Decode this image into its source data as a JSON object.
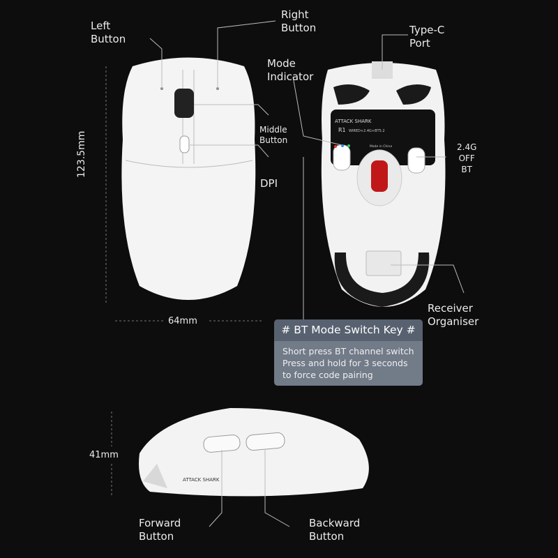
{
  "labels": {
    "left_button": "Left\nButton",
    "right_button": "Right\nButton",
    "type_c_port": "Type-C\nPort",
    "mode_indicator": "Mode\nIndicator",
    "middle_button": "Middle\nButton",
    "dpi": "DPI",
    "mode_switch": "2.4G\nOFF\nBT",
    "receiver_organiser": "Receiver\nOrganiser",
    "forward_button": "Forward\nButton",
    "backward_button": "Backward\nButton"
  },
  "dimensions": {
    "length": "123.5mm",
    "width": "64mm",
    "height": "41mm"
  },
  "bt_box": {
    "title": "# BT Mode Switch Key #",
    "lines": [
      "Short press BT channel switch",
      "Press and hold for 3 seconds",
      "to force code pairing"
    ]
  },
  "product": {
    "brand": "ATTACK SHARK",
    "model": "R1",
    "connectivity": "WIRED+2.4G+BT5.2",
    "origin": "Made in China"
  },
  "colors": {
    "background": "#0d0d0d",
    "box_header": "#586170",
    "box_body": "#727b88"
  }
}
